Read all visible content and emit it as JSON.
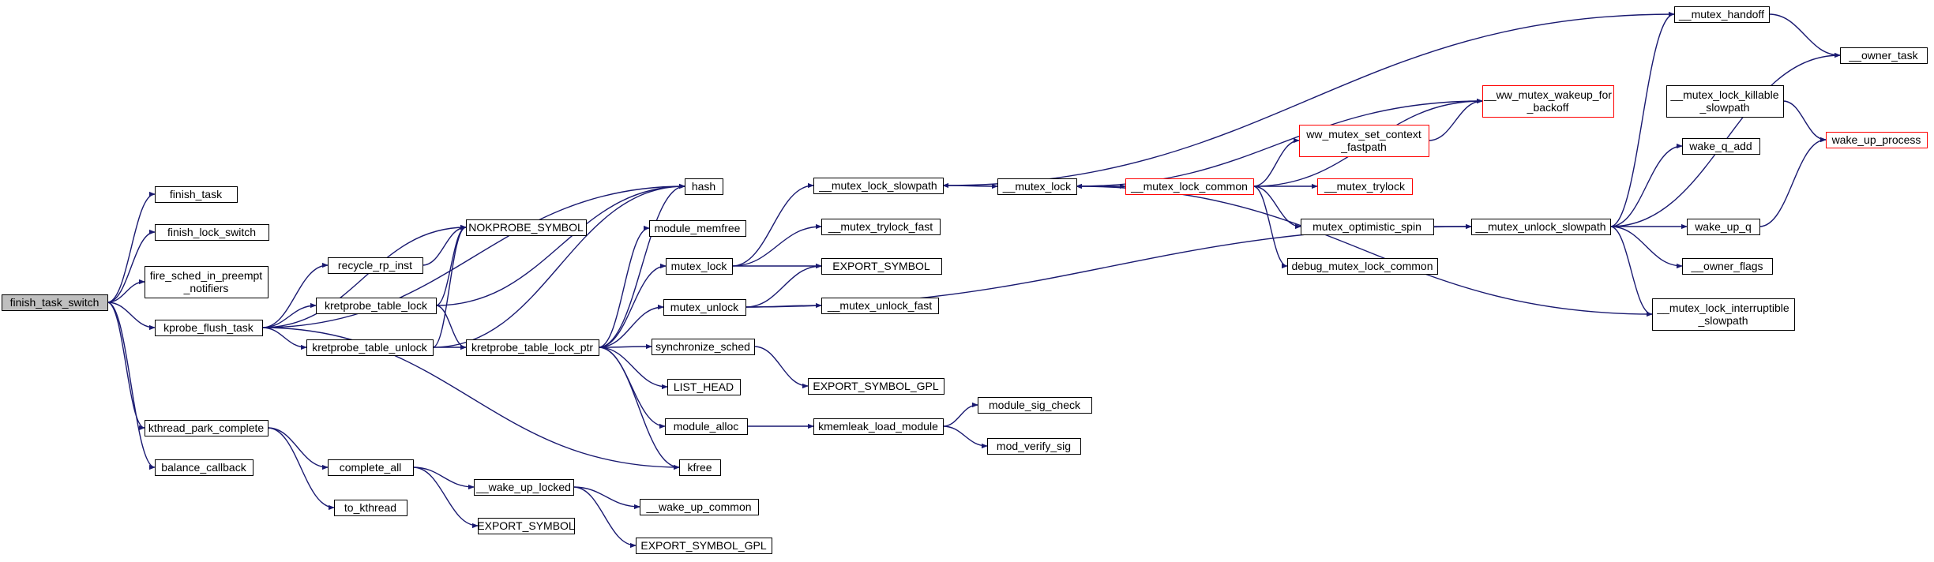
{
  "colors": {
    "background": "#ffffff",
    "edge": "#191970",
    "box_border": "#000000",
    "root_fill": "#bfbfbf",
    "truncated_border": "#ff0000"
  },
  "nodes": [
    {
      "id": "finish_task_switch",
      "lines": [
        "finish_task_switch"
      ],
      "root": true
    },
    {
      "id": "finish_task",
      "lines": [
        "finish_task"
      ]
    },
    {
      "id": "finish_lock_switch",
      "lines": [
        "finish_lock_switch"
      ]
    },
    {
      "id": "fire_sched",
      "lines": [
        "fire_sched_in_preempt",
        "_notifiers"
      ]
    },
    {
      "id": "kprobe_flush_task",
      "lines": [
        "kprobe_flush_task"
      ]
    },
    {
      "id": "kthread_park_complete",
      "lines": [
        "kthread_park_complete"
      ]
    },
    {
      "id": "balance_callback",
      "lines": [
        "balance_callback"
      ]
    },
    {
      "id": "hash",
      "lines": [
        "hash"
      ]
    },
    {
      "id": "NOKPROBE_SYMBOL",
      "lines": [
        "NOKPROBE_SYMBOL"
      ]
    },
    {
      "id": "recycle_rp_inst",
      "lines": [
        "recycle_rp_inst"
      ]
    },
    {
      "id": "kretprobe_table_lock",
      "lines": [
        "kretprobe_table_lock"
      ]
    },
    {
      "id": "kretprobe_table_unlock",
      "lines": [
        "kretprobe_table_unlock"
      ]
    },
    {
      "id": "kretprobe_table_lock_ptr",
      "lines": [
        "kretprobe_table_lock_ptr"
      ]
    },
    {
      "id": "kfree",
      "lines": [
        "kfree"
      ]
    },
    {
      "id": "complete_all",
      "lines": [
        "complete_all"
      ]
    },
    {
      "id": "to_kthread",
      "lines": [
        "to_kthread"
      ]
    },
    {
      "id": "wake_up_locked",
      "lines": [
        "__wake_up_locked"
      ]
    },
    {
      "id": "EXPORT_SYMBOL_b",
      "lines": [
        "EXPORT_SYMBOL"
      ]
    },
    {
      "id": "wake_up_common",
      "lines": [
        "__wake_up_common"
      ]
    },
    {
      "id": "EXPORT_SYMBOL_GPL_b",
      "lines": [
        "EXPORT_SYMBOL_GPL"
      ]
    },
    {
      "id": "module_memfree",
      "lines": [
        "module_memfree"
      ]
    },
    {
      "id": "mutex_lock",
      "lines": [
        "mutex_lock"
      ]
    },
    {
      "id": "mutex_unlock",
      "lines": [
        "mutex_unlock"
      ]
    },
    {
      "id": "synchronize_sched",
      "lines": [
        "synchronize_sched"
      ]
    },
    {
      "id": "LIST_HEAD",
      "lines": [
        "LIST_HEAD"
      ]
    },
    {
      "id": "module_alloc",
      "lines": [
        "module_alloc"
      ]
    },
    {
      "id": "mutex_lock_slowpath",
      "lines": [
        "__mutex_lock_slowpath"
      ]
    },
    {
      "id": "mutex_trylock_fast",
      "lines": [
        "__mutex_trylock_fast"
      ]
    },
    {
      "id": "EXPORT_SYMBOL_a",
      "lines": [
        "EXPORT_SYMBOL"
      ]
    },
    {
      "id": "mutex_unlock_fast",
      "lines": [
        "__mutex_unlock_fast"
      ]
    },
    {
      "id": "EXPORT_SYMBOL_GPL_a",
      "lines": [
        "EXPORT_SYMBOL_GPL"
      ]
    },
    {
      "id": "kmemleak_load_module",
      "lines": [
        "kmemleak_load_module"
      ]
    },
    {
      "id": "module_sig_check",
      "lines": [
        "module_sig_check"
      ]
    },
    {
      "id": "mod_verify_sig",
      "lines": [
        "mod_verify_sig"
      ]
    },
    {
      "id": "mutex_lock_inner",
      "lines": [
        "__mutex_lock"
      ]
    },
    {
      "id": "mutex_lock_common",
      "lines": [
        "__mutex_lock_common"
      ],
      "truncated": true
    },
    {
      "id": "ww_mutex_set_context",
      "lines": [
        "ww_mutex_set_context",
        "_fastpath"
      ],
      "truncated": true
    },
    {
      "id": "mutex_trylock",
      "lines": [
        "__mutex_trylock"
      ],
      "truncated": true
    },
    {
      "id": "mutex_optimistic_spin",
      "lines": [
        "mutex_optimistic_spin"
      ]
    },
    {
      "id": "debug_mutex_lock_common",
      "lines": [
        "debug_mutex_lock_common"
      ]
    },
    {
      "id": "ww_mutex_wakeup",
      "lines": [
        "__ww_mutex_wakeup_for",
        "_backoff"
      ],
      "truncated": true
    },
    {
      "id": "mutex_unlock_slowpath",
      "lines": [
        "__mutex_unlock_slowpath"
      ]
    },
    {
      "id": "mutex_handoff",
      "lines": [
        "__mutex_handoff"
      ]
    },
    {
      "id": "mutex_lock_killable",
      "lines": [
        "__mutex_lock_killable",
        "_slowpath"
      ]
    },
    {
      "id": "wake_q_add",
      "lines": [
        "wake_q_add"
      ]
    },
    {
      "id": "wake_up_q",
      "lines": [
        "wake_up_q"
      ]
    },
    {
      "id": "owner_flags",
      "lines": [
        "__owner_flags"
      ]
    },
    {
      "id": "mutex_lock_interruptible",
      "lines": [
        "__mutex_lock_interruptible",
        "_slowpath"
      ]
    },
    {
      "id": "owner_task",
      "lines": [
        "__owner_task"
      ]
    },
    {
      "id": "wake_up_process",
      "lines": [
        "wake_up_process"
      ],
      "truncated": true
    }
  ],
  "edges": [
    [
      "finish_task_switch",
      "finish_task"
    ],
    [
      "finish_task_switch",
      "finish_lock_switch"
    ],
    [
      "finish_task_switch",
      "fire_sched"
    ],
    [
      "finish_task_switch",
      "kprobe_flush_task"
    ],
    [
      "finish_task_switch",
      "kthread_park_complete"
    ],
    [
      "finish_task_switch",
      "balance_callback"
    ],
    [
      "kprobe_flush_task",
      "hash"
    ],
    [
      "kprobe_flush_task",
      "NOKPROBE_SYMBOL"
    ],
    [
      "kprobe_flush_task",
      "recycle_rp_inst"
    ],
    [
      "kprobe_flush_task",
      "kretprobe_table_lock"
    ],
    [
      "kprobe_flush_task",
      "kretprobe_table_unlock"
    ],
    [
      "kprobe_flush_task",
      "kfree"
    ],
    [
      "recycle_rp_inst",
      "NOKPROBE_SYMBOL"
    ],
    [
      "kretprobe_table_lock",
      "hash"
    ],
    [
      "kretprobe_table_lock",
      "NOKPROBE_SYMBOL"
    ],
    [
      "kretprobe_table_lock",
      "kretprobe_table_lock_ptr"
    ],
    [
      "kretprobe_table_unlock",
      "hash"
    ],
    [
      "kretprobe_table_unlock",
      "NOKPROBE_SYMBOL"
    ],
    [
      "kretprobe_table_unlock",
      "kretprobe_table_lock_ptr"
    ],
    [
      "kretprobe_table_lock_ptr",
      "hash"
    ],
    [
      "kretprobe_table_lock_ptr",
      "module_memfree"
    ],
    [
      "kretprobe_table_lock_ptr",
      "mutex_lock"
    ],
    [
      "kretprobe_table_lock_ptr",
      "mutex_unlock"
    ],
    [
      "kretprobe_table_lock_ptr",
      "synchronize_sched"
    ],
    [
      "kretprobe_table_lock_ptr",
      "LIST_HEAD"
    ],
    [
      "kretprobe_table_lock_ptr",
      "module_alloc"
    ],
    [
      "kretprobe_table_lock_ptr",
      "kfree"
    ],
    [
      "kthread_park_complete",
      "complete_all"
    ],
    [
      "kthread_park_complete",
      "to_kthread"
    ],
    [
      "complete_all",
      "wake_up_locked"
    ],
    [
      "complete_all",
      "EXPORT_SYMBOL_b"
    ],
    [
      "wake_up_locked",
      "wake_up_common"
    ],
    [
      "wake_up_locked",
      "EXPORT_SYMBOL_GPL_b"
    ],
    [
      "mutex_lock",
      "mutex_lock_slowpath"
    ],
    [
      "mutex_lock",
      "mutex_trylock_fast"
    ],
    [
      "mutex_lock",
      "EXPORT_SYMBOL_a"
    ],
    [
      "mutex_unlock",
      "EXPORT_SYMBOL_a"
    ],
    [
      "mutex_unlock",
      "mutex_unlock_fast"
    ],
    [
      "mutex_unlock",
      "mutex_unlock_slowpath"
    ],
    [
      "synchronize_sched",
      "EXPORT_SYMBOL_GPL_a"
    ],
    [
      "module_alloc",
      "kmemleak_load_module"
    ],
    [
      "kmemleak_load_module",
      "module_sig_check"
    ],
    [
      "kmemleak_load_module",
      "mod_verify_sig"
    ],
    [
      "mutex_lock_slowpath",
      "mutex_lock_inner"
    ],
    [
      "mutex_lock_inner",
      "mutex_lock_common"
    ],
    [
      "mutex_lock_common",
      "ww_mutex_set_context"
    ],
    [
      "mutex_lock_common",
      "mutex_trylock"
    ],
    [
      "mutex_lock_common",
      "mutex_optimistic_spin"
    ],
    [
      "mutex_lock_common",
      "debug_mutex_lock_common"
    ],
    [
      "mutex_lock_common",
      "ww_mutex_wakeup"
    ],
    [
      "ww_mutex_set_context",
      "ww_mutex_wakeup"
    ],
    [
      "ww_mutex_wakeup",
      "mutex_lock_inner"
    ],
    [
      "mutex_optimistic_spin",
      "mutex_unlock_slowpath"
    ],
    [
      "mutex_unlock_slowpath",
      "mutex_handoff"
    ],
    [
      "mutex_unlock_slowpath",
      "wake_q_add"
    ],
    [
      "mutex_unlock_slowpath",
      "wake_up_q"
    ],
    [
      "mutex_unlock_slowpath",
      "owner_flags"
    ],
    [
      "mutex_unlock_slowpath",
      "owner_task"
    ],
    [
      "mutex_handoff",
      "mutex_lock_slowpath"
    ],
    [
      "mutex_handoff",
      "owner_task"
    ],
    [
      "mutex_lock_killable",
      "wake_up_process"
    ],
    [
      "mutex_lock_interruptible",
      "mutex_lock_inner"
    ],
    [
      "mutex_unlock_slowpath",
      "mutex_lock_interruptible"
    ],
    [
      "wake_up_q",
      "wake_up_process"
    ]
  ]
}
